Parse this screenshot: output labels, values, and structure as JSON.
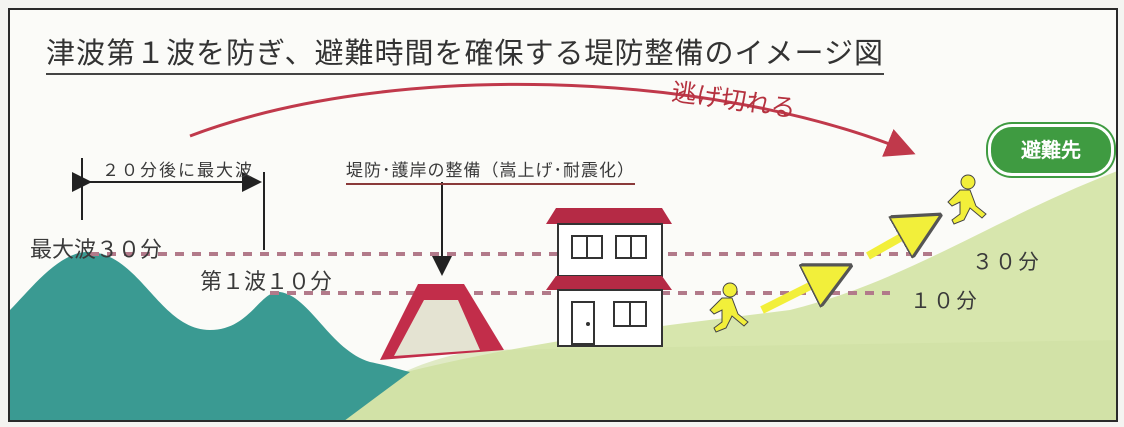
{
  "title": "津波第１波を防ぎ、避難時間を確保する堤防整備のイメージ図",
  "escape_label": "逃げ切れる",
  "destination_label": "避難先",
  "time_to_max_label": "２０分後に最大波",
  "levee_label": "堤防･護岸の整備（嵩上げ･耐震化）",
  "max_wave_label": "最大波３０分",
  "first_wave_label": "第１波１０分",
  "level_30_label": "３０分",
  "level_10_label": "１０分",
  "colors": {
    "sea": "#3a9a92",
    "land": "#cfe0a3",
    "hill": "#d7e6ad",
    "levee": "#c22d4a",
    "arrow_red": "#c0394b",
    "arrow_yellow": "#f2ef3a",
    "dotted_line": "#b27a8a",
    "destination": "#3f9b41"
  },
  "icons": [
    "curved-arrow-icon",
    "double-arrow-icon",
    "down-arrow-icon",
    "house-icon",
    "running-person-icon",
    "yellow-arrow-icon"
  ]
}
